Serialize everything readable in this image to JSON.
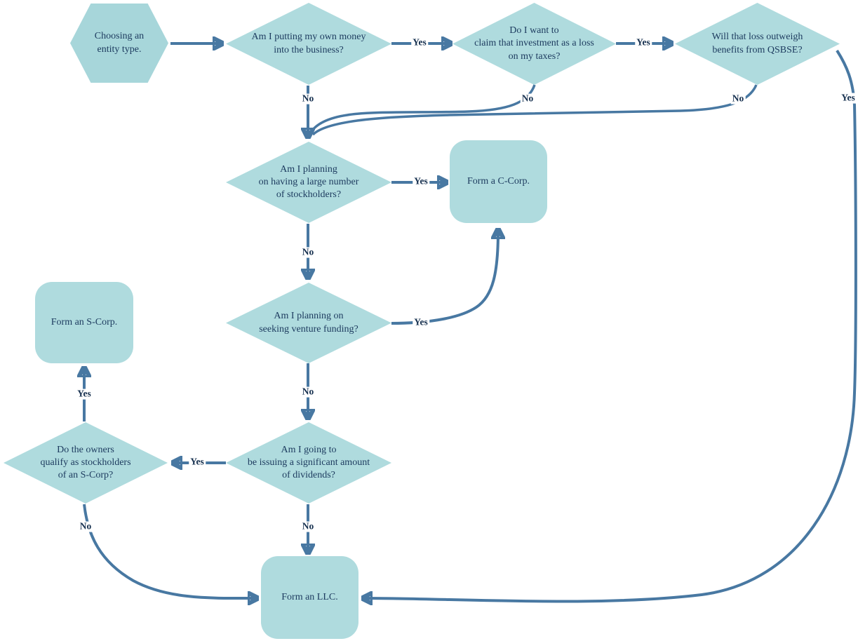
{
  "diagram": {
    "colors": {
      "node_fill": "#afdbde",
      "hex_fill": "#a7d6da",
      "edge": "#4878a2",
      "text": "#1c3a5e",
      "label_text": "#16304f",
      "bg": "#ffffff"
    },
    "nodes": {
      "start": {
        "label": "Choosing an\nentity type."
      },
      "own_money": {
        "label": "Am I putting my own money\ninto the business?"
      },
      "claim_loss": {
        "label": "Do I want to\nclaim that investment as a loss\non my taxes?"
      },
      "loss_outweigh": {
        "label": "Will that loss outweigh\nbenefits from QSBSE?"
      },
      "many_stockholders": {
        "label": "Am I planning\non having a large number\nof stockholders?"
      },
      "form_c_corp": {
        "label": "Form a C-Corp."
      },
      "venture_funding": {
        "label": "Am I planning on\nseeking venture funding?"
      },
      "form_s_corp": {
        "label": "Form an S-Corp."
      },
      "qualify_s_corp": {
        "label": "Do the owners\nqualify as stockholders\nof an S-Corp?"
      },
      "dividends": {
        "label": "Am I going to\nbe issuing a significant amount\nof dividends?"
      },
      "form_llc": {
        "label": "Form an LLC."
      }
    },
    "edge_labels": {
      "own_money_yes": "Yes",
      "own_money_no": "No",
      "claim_loss_yes": "Yes",
      "claim_loss_no": "No",
      "loss_outweigh_yes": "Yes",
      "loss_outweigh_no": "No",
      "many_stockholders_yes": "Yes",
      "many_stockholders_no": "No",
      "venture_funding_yes": "Yes",
      "venture_funding_no": "No",
      "dividends_yes": "Yes",
      "dividends_no": "No",
      "qualify_yes": "Yes",
      "qualify_no": "No"
    }
  }
}
